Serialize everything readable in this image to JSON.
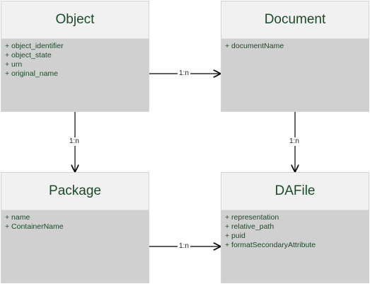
{
  "entities": {
    "object": {
      "name": "Object",
      "attributes": [
        "+ object_identifier",
        "+ object_state",
        "+ urn",
        "+ original_name"
      ]
    },
    "document": {
      "name": "Document",
      "attributes": [
        "+ documentName"
      ]
    },
    "package": {
      "name": "Package",
      "attributes": [
        "+ name",
        "+ ContainerName"
      ]
    },
    "dafile": {
      "name": "DAFile",
      "attributes": [
        "+ representation",
        "+ relative_path",
        "+ puid",
        "+ formatSecondaryAttribute"
      ]
    }
  },
  "relations": {
    "object_document": "1:n",
    "object_package": "1:n",
    "document_dafile": "1:n",
    "package_dafile": "1:n"
  }
}
